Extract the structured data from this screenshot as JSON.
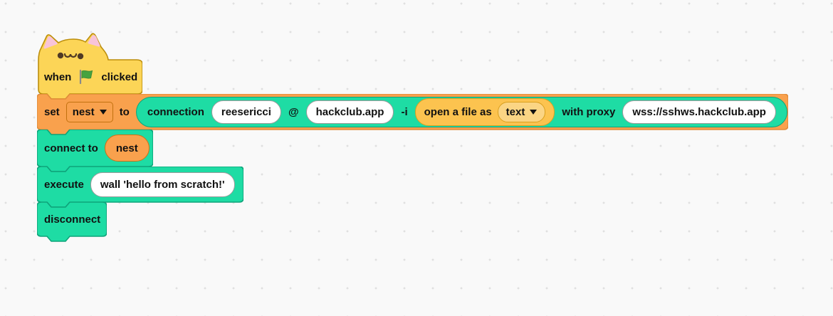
{
  "workspace": {
    "background_color": "#f9f9f9",
    "dot_grid_color": "#e0e0e0"
  },
  "colors": {
    "hat_yellow": "#fcd557",
    "hat_yellow_stroke": "#bc8e0c",
    "orange": "#f9a14d",
    "orange_stroke": "#e18c3b",
    "green": "#1edca4",
    "green_stroke": "#0fa37a",
    "reporter_yellow": "#fcc34f",
    "ear_pink": "#f8c4d8",
    "flag_green": "#45a33f"
  },
  "icons": {
    "flag": "green-flag-icon",
    "caret": "dropdown-caret-icon",
    "cat": "cat-face-hat"
  },
  "blocks": {
    "hat": {
      "label_when": "when",
      "label_clicked": "clicked"
    },
    "set": {
      "label_set": "set",
      "variable_dropdown": {
        "value": "nest"
      },
      "label_to": "to",
      "reporter": {
        "label_connection": "connection",
        "username": "reesericci",
        "label_at": "@",
        "host": "hackclub.app",
        "label_flag_i": "-i",
        "open_file": {
          "label": "open a file as",
          "mode_dropdown": {
            "value": "text"
          }
        },
        "label_with_proxy": "with proxy",
        "proxy_url": "wss://sshws.hackclub.app"
      }
    },
    "connect": {
      "label": "connect to",
      "variable": "nest"
    },
    "execute": {
      "label": "execute",
      "command": "wall 'hello from scratch!'"
    },
    "disconnect": {
      "label": "disconnect"
    }
  }
}
